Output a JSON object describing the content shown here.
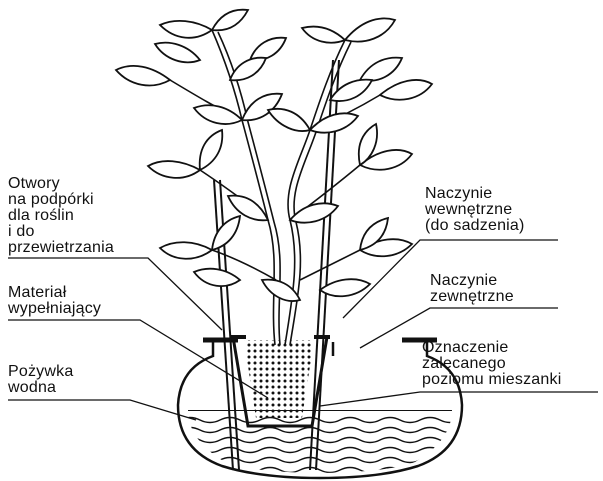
{
  "labels": {
    "otwory": [
      "Otwory",
      "na podpórki",
      "dla roślin",
      "i do",
      "przewietrzania"
    ],
    "material": [
      "Materiał",
      "wypełniający"
    ],
    "pozywka": [
      "Pożywka",
      "wodna"
    ],
    "naczynie_wewnetrzne": [
      "Naczynie",
      "wewnętrzne",
      "(do sadzenia)"
    ],
    "naczynie_zewnetrzne": [
      "Naczynie",
      "zewnętrzne"
    ],
    "oznaczenie": [
      "Oznaczenie",
      "zalecanego",
      "poziomu mieszanki"
    ]
  },
  "colors": {
    "ink": "#111111",
    "background": "#ffffff"
  }
}
